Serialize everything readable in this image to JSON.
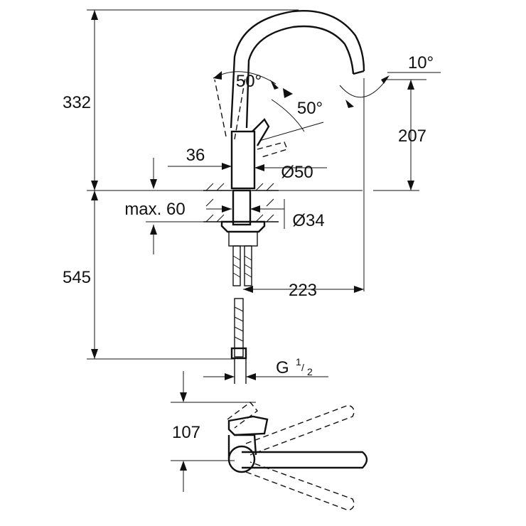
{
  "dimensions": {
    "total_height": "332",
    "spout_height": "207",
    "base_to_outlet": "545",
    "reach": "223",
    "body_width": "36",
    "base_diameter": "Ø50",
    "mount_thickness": "max. 60",
    "hole_diameter": "Ø34",
    "lever_angle_top": "50°",
    "lever_angle_side": "50°",
    "spout_angle": "10°",
    "thread_main": "G",
    "thread_frac_num": "1",
    "thread_frac_den": "2",
    "plan_depth": "107"
  }
}
